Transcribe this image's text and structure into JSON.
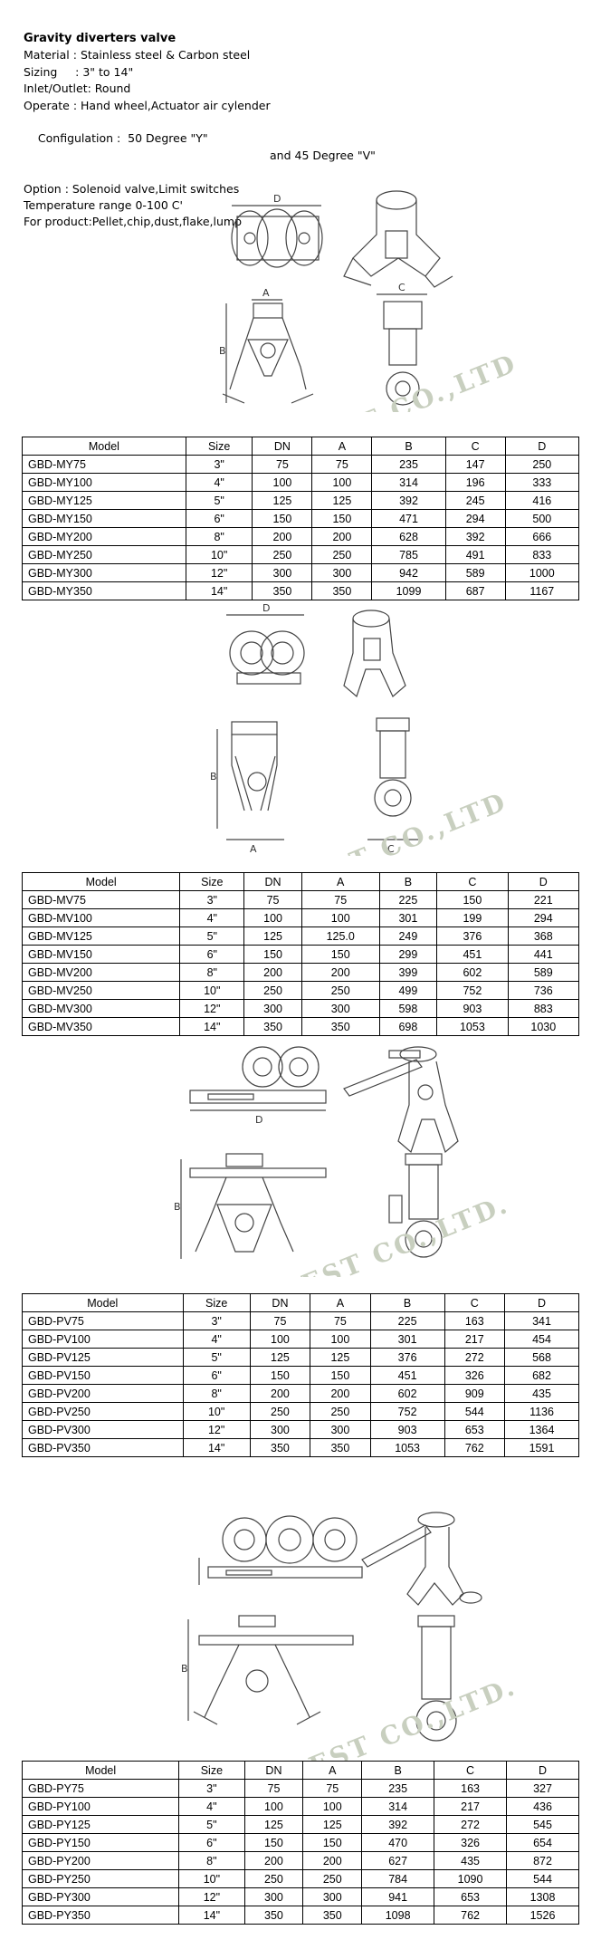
{
  "spec": {
    "title": "Gravity diverters valve",
    "material": "Material : Stainless steel & Carbon steel",
    "sizing": "Sizing     : 3\" to 14\"",
    "inlet": "Inlet/Outlet: Round",
    "operate": "Operate : Hand wheel,Actuator air cylender",
    "config_a": "Configulation :  50 Degree \"Y\"",
    "config_b": "and 45 Degree \"V\"",
    "option": "Option : Solenoid valve,Limit switches",
    "temperature": "Temperature range 0-100 C'",
    "product": "For product:Pellet,chip,dust,flake,lump"
  },
  "watermark": "BEYOBEST CO.,LTD.",
  "dim_labels": {
    "a": "A",
    "b": "B",
    "c": "C",
    "d": "D"
  },
  "columns": [
    "Model",
    "Size",
    "DN",
    "A",
    "B",
    "C",
    "D"
  ],
  "tables": [
    {
      "rows": [
        [
          "GBD-MY75",
          "3\"",
          "75",
          "75",
          "235",
          "147",
          "250"
        ],
        [
          "GBD-MY100",
          "4\"",
          "100",
          "100",
          "314",
          "196",
          "333"
        ],
        [
          "GBD-MY125",
          "5\"",
          "125",
          "125",
          "392",
          "245",
          "416"
        ],
        [
          "GBD-MY150",
          "6\"",
          "150",
          "150",
          "471",
          "294",
          "500"
        ],
        [
          "GBD-MY200",
          "8\"",
          "200",
          "200",
          "628",
          "392",
          "666"
        ],
        [
          "GBD-MY250",
          "10\"",
          "250",
          "250",
          "785",
          "491",
          "833"
        ],
        [
          "GBD-MY300",
          "12\"",
          "300",
          "300",
          "942",
          "589",
          "1000"
        ],
        [
          "GBD-MY350",
          "14\"",
          "350",
          "350",
          "1099",
          "687",
          "1167"
        ]
      ]
    },
    {
      "rows": [
        [
          "GBD-MV75",
          "3\"",
          "75",
          "75",
          "225",
          "150",
          "221"
        ],
        [
          "GBD-MV100",
          "4\"",
          "100",
          "100",
          "301",
          "199",
          "294"
        ],
        [
          "GBD-MV125",
          "5\"",
          "125",
          "125.0",
          "249",
          "376",
          "368"
        ],
        [
          "GBD-MV150",
          "6\"",
          "150",
          "150",
          "299",
          "451",
          "441"
        ],
        [
          "GBD-MV200",
          "8\"",
          "200",
          "200",
          "399",
          "602",
          "589"
        ],
        [
          "GBD-MV250",
          "10\"",
          "250",
          "250",
          "499",
          "752",
          "736"
        ],
        [
          "GBD-MV300",
          "12\"",
          "300",
          "300",
          "598",
          "903",
          "883"
        ],
        [
          "GBD-MV350",
          "14\"",
          "350",
          "350",
          "698",
          "1053",
          "1030"
        ]
      ]
    },
    {
      "rows": [
        [
          "GBD-PV75",
          "3\"",
          "75",
          "75",
          "225",
          "163",
          "341"
        ],
        [
          "GBD-PV100",
          "4\"",
          "100",
          "100",
          "301",
          "217",
          "454"
        ],
        [
          "GBD-PV125",
          "5\"",
          "125",
          "125",
          "376",
          "272",
          "568"
        ],
        [
          "GBD-PV150",
          "6\"",
          "150",
          "150",
          "451",
          "326",
          "682"
        ],
        [
          "GBD-PV200",
          "8\"",
          "200",
          "200",
          "602",
          "909",
          "435"
        ],
        [
          "GBD-PV250",
          "10\"",
          "250",
          "250",
          "752",
          "544",
          "1136"
        ],
        [
          "GBD-PV300",
          "12\"",
          "300",
          "300",
          "903",
          "653",
          "1364"
        ],
        [
          "GBD-PV350",
          "14\"",
          "350",
          "350",
          "1053",
          "762",
          "1591"
        ]
      ]
    },
    {
      "rows": [
        [
          "GBD-PY75",
          "3\"",
          "75",
          "75",
          "235",
          "163",
          "327"
        ],
        [
          "GBD-PY100",
          "4\"",
          "100",
          "100",
          "314",
          "217",
          "436"
        ],
        [
          "GBD-PY125",
          "5\"",
          "125",
          "125",
          "392",
          "272",
          "545"
        ],
        [
          "GBD-PY150",
          "6\"",
          "150",
          "150",
          "470",
          "326",
          "654"
        ],
        [
          "GBD-PY200",
          "8\"",
          "200",
          "200",
          "627",
          "435",
          "872"
        ],
        [
          "GBD-PY250",
          "10\"",
          "250",
          "250",
          "784",
          "1090",
          "544"
        ],
        [
          "GBD-PY300",
          "12\"",
          "300",
          "300",
          "941",
          "653",
          "1308"
        ],
        [
          "GBD-PY350",
          "14\"",
          "350",
          "350",
          "1098",
          "762",
          "1526"
        ]
      ]
    }
  ]
}
